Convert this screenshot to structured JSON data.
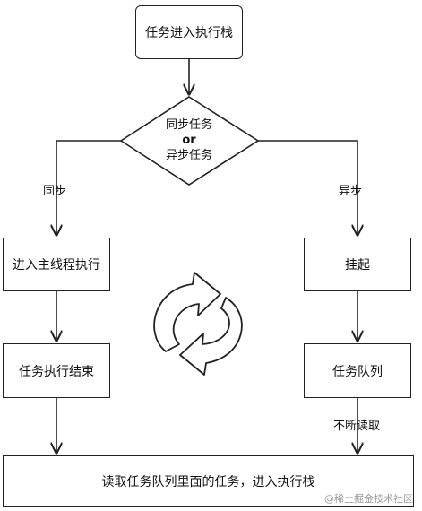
{
  "nodes": {
    "start": "任务进入执行栈",
    "decision_line1": "同步任务",
    "decision_line2": "or",
    "decision_line3": "异步任务",
    "main_thread": "进入主线程执行",
    "task_done": "任务执行结束",
    "suspend": "挂起",
    "task_queue": "任务队列",
    "bottom": "读取任务队列里面的任务，进入执行栈"
  },
  "edges": {
    "sync": "同步",
    "async": "异步",
    "read": "不断读取"
  },
  "watermark": "@稀土掘金技术社区",
  "colors": {
    "stroke": "#222222",
    "text": "#111111"
  },
  "icons": [
    "refresh-cycle-icon"
  ]
}
